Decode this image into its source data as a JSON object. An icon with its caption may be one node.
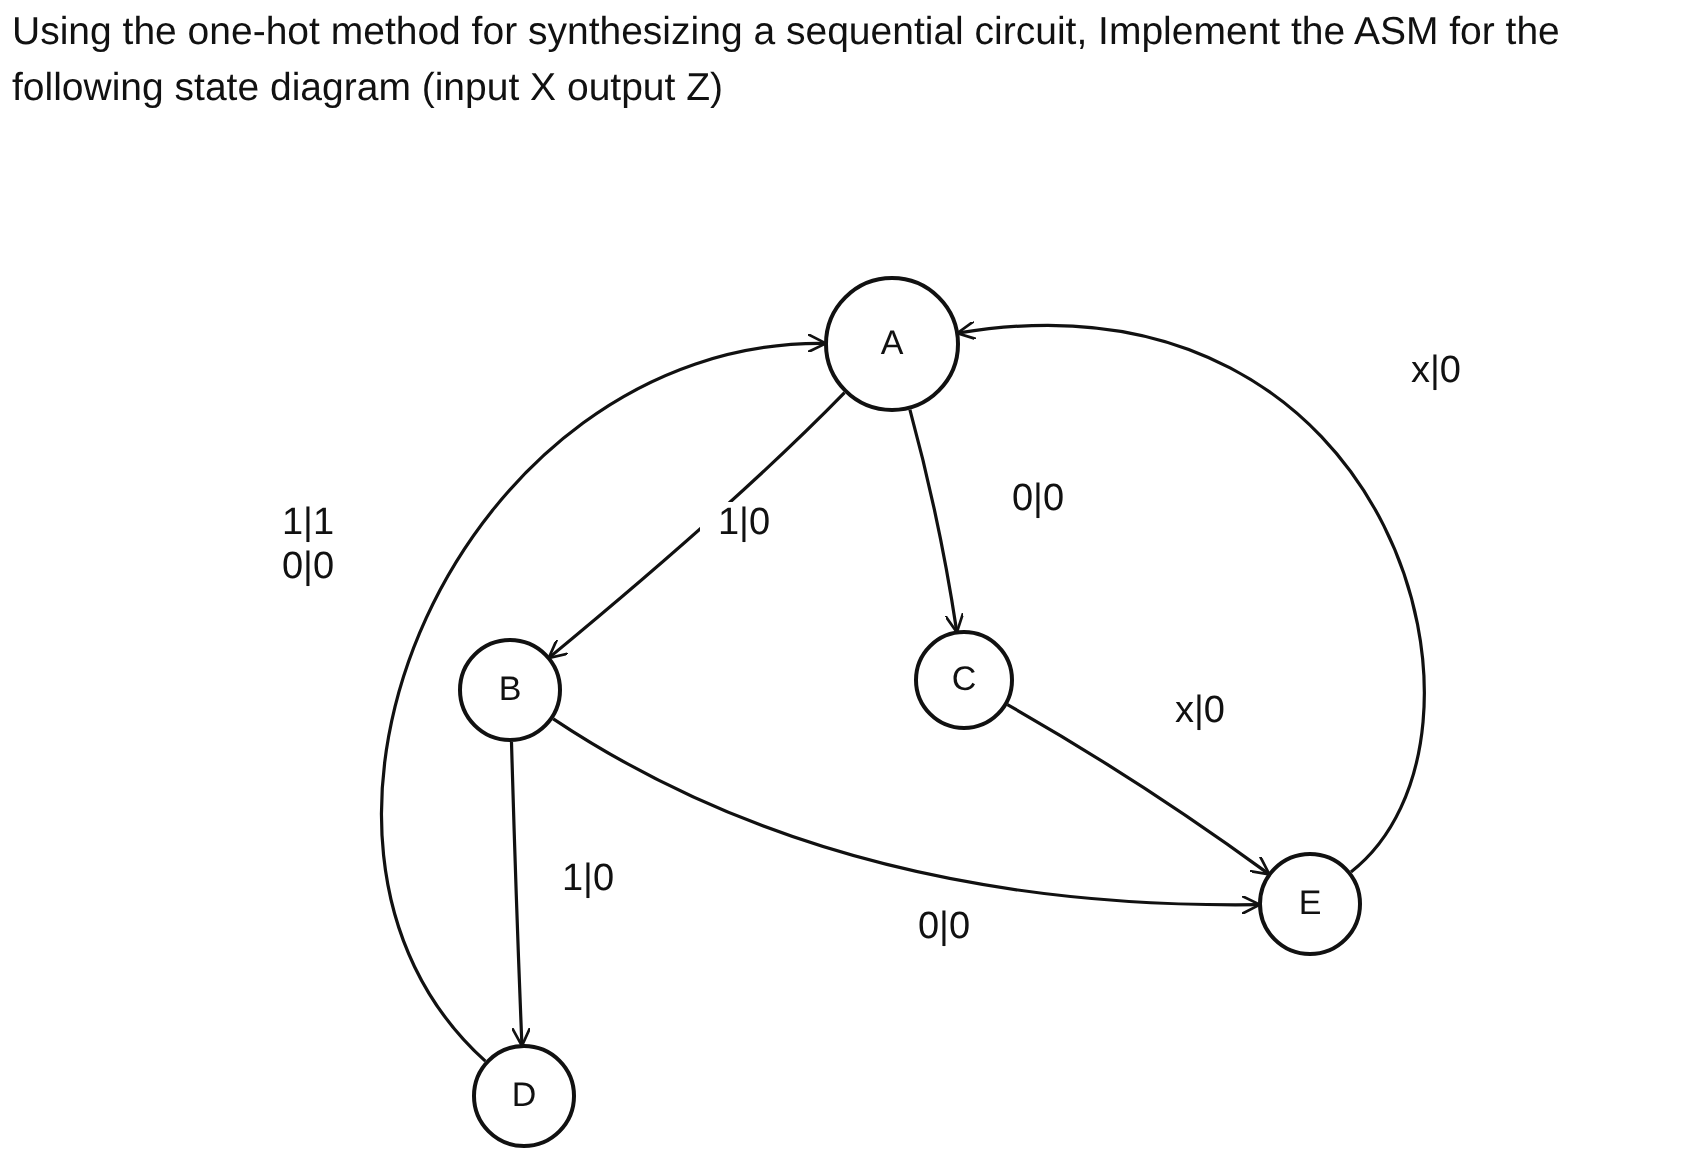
{
  "diagram": {
    "title": "Using the one-hot method for synthesizing a sequential circuit, Implement the ASM for the following state diagram (input X output Z)",
    "nodes": [
      {
        "text": [
          "A"
        ]
      },
      {
        "text": [
          "B"
        ]
      },
      {
        "text": [
          "C"
        ]
      },
      {
        "text": [
          "E"
        ]
      },
      {
        "text": [
          "D"
        ]
      }
    ],
    "edges": [
      {
        "from": 0,
        "to": 1,
        "arrow": "to",
        "label": "1|0"
      },
      {
        "from": 0,
        "to": 2,
        "arrow": "to",
        "label": "0|0"
      },
      {
        "from": 1,
        "to": 4,
        "arrow": "to",
        "label": "1|0"
      },
      {
        "from": 1,
        "to": 3,
        "arrow": "to",
        "label": "0|0"
      },
      {
        "from": 2,
        "to": 3,
        "arrow": "to",
        "label": "x|0"
      },
      {
        "from": 3,
        "to": 0,
        "arrow": "to",
        "label": "x|0"
      },
      {
        "from": 4,
        "to": 0,
        "arrow": "to",
        "label": "1|1 0|0"
      }
    ]
  }
}
